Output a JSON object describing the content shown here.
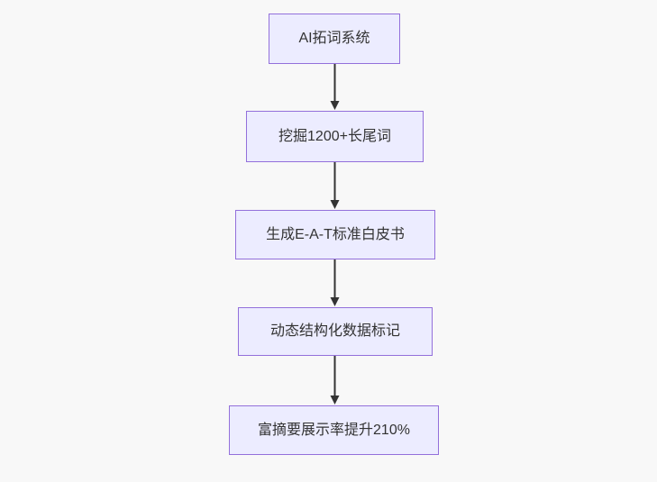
{
  "diagram": {
    "type": "flowchart",
    "direction": "top-down",
    "nodes": [
      {
        "id": "ai-keyword-system",
        "label": "AI拓词系统"
      },
      {
        "id": "mine-longtail-keywords",
        "label": "挖掘1200+长尾词"
      },
      {
        "id": "generate-eat-whitepaper",
        "label": "生成E-A-T标准白皮书"
      },
      {
        "id": "dynamic-structured-data",
        "label": "动态结构化数据标记"
      },
      {
        "id": "rich-snippet-uplift",
        "label": "富摘要展示率提升210%"
      }
    ],
    "edges": [
      {
        "from": "ai-keyword-system",
        "to": "mine-longtail-keywords"
      },
      {
        "from": "mine-longtail-keywords",
        "to": "generate-eat-whitepaper"
      },
      {
        "from": "generate-eat-whitepaper",
        "to": "dynamic-structured-data"
      },
      {
        "from": "dynamic-structured-data",
        "to": "rich-snippet-uplift"
      }
    ],
    "colors": {
      "node_fill": "#ececff",
      "node_border": "#9370db",
      "arrow": "#333333",
      "text": "#333333",
      "background": "#f8f8f8"
    }
  }
}
